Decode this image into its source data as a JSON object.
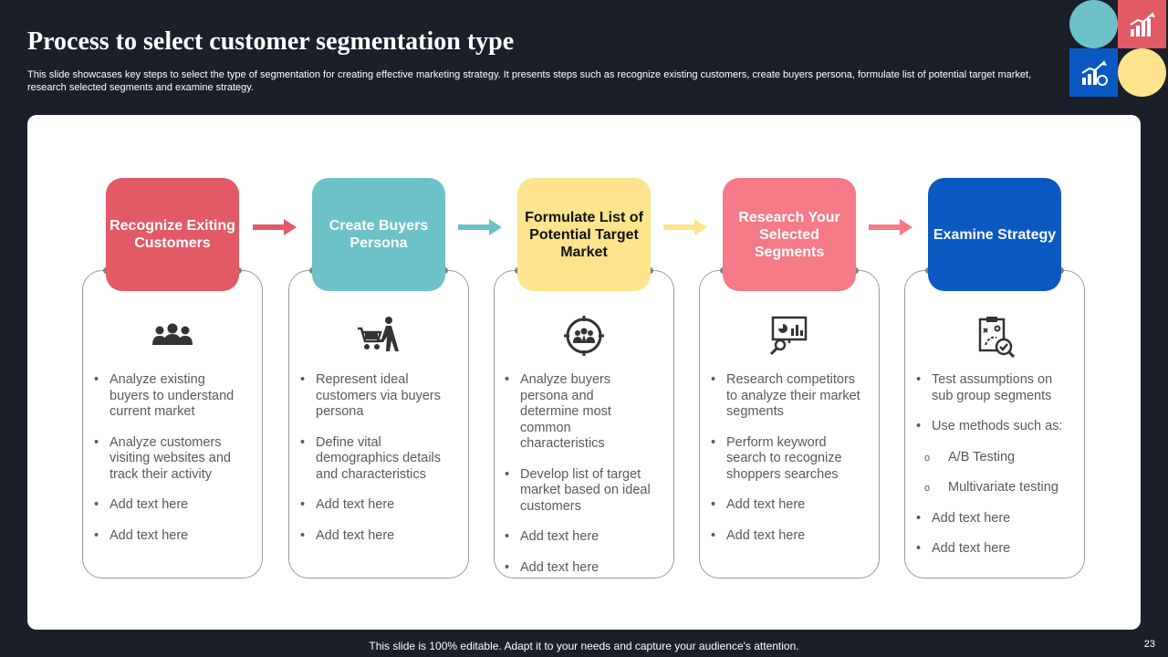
{
  "slide": {
    "title": "Process to select customer segmentation type",
    "subtitle": "This slide showcases key steps to select the type of segmentation for creating effective marketing strategy. It presents steps such as recognize existing customers, create buyers persona, formulate list of potential target market, research selected segments and examine strategy.",
    "footer": "This slide is 100% editable. Adapt it to your needs and capture your audience's attention.",
    "page_number": "23"
  },
  "colors": {
    "background": "#1b1f2a",
    "red": "#e15a66",
    "teal": "#6cc2c6",
    "yellow": "#fde48d",
    "pink": "#f47a87",
    "blue": "#0a59c1"
  },
  "steps": [
    {
      "title": "Recognize Exiting Customers",
      "icon": "people-group-icon",
      "bullets": [
        {
          "text": "Analyze existing buyers to understand current market",
          "level": 1
        },
        {
          "text": "Analyze customers visiting websites and track their activity",
          "level": 1
        },
        {
          "text": "Add text here",
          "level": 1
        },
        {
          "text": "Add text here",
          "level": 1
        }
      ]
    },
    {
      "title": "Create Buyers Persona",
      "icon": "shopper-cart-icon",
      "bullets": [
        {
          "text": "Represent ideal customers via buyers persona",
          "level": 1
        },
        {
          "text": "Define vital demographics details and characteristics",
          "level": 1
        },
        {
          "text": "Add text here",
          "level": 1
        },
        {
          "text": "Add text here",
          "level": 1
        }
      ]
    },
    {
      "title": "Formulate List of Potential Target Market",
      "icon": "target-audience-icon",
      "bullets": [
        {
          "text": "Analyze buyers persona and determine most common characteristics",
          "level": 1
        },
        {
          "text": "Develop list of target market based on ideal customers",
          "level": 1
        },
        {
          "text": "Add text here",
          "level": 1
        },
        {
          "text": "Add text here",
          "level": 1
        }
      ]
    },
    {
      "title": "Research Your Selected Segments",
      "icon": "presentation-search-icon",
      "bullets": [
        {
          "text": "Research competitors to analyze their market segments",
          "level": 1
        },
        {
          "text": "Perform keyword search to recognize shoppers searches",
          "level": 1
        },
        {
          "text": "Add text here",
          "level": 1
        },
        {
          "text": "Add text here",
          "level": 1
        }
      ]
    },
    {
      "title": "Examine Strategy",
      "icon": "strategy-clipboard-icon",
      "bullets": [
        {
          "text": "Test assumptions on sub group segments",
          "level": 1
        },
        {
          "text": "Use methods such as:",
          "level": 1
        },
        {
          "text": "A/B Testing",
          "level": 2
        },
        {
          "text": "Multivariate testing",
          "level": 2
        },
        {
          "text": "Add text here",
          "level": 1
        },
        {
          "text": "Add text here",
          "level": 1
        }
      ]
    }
  ]
}
